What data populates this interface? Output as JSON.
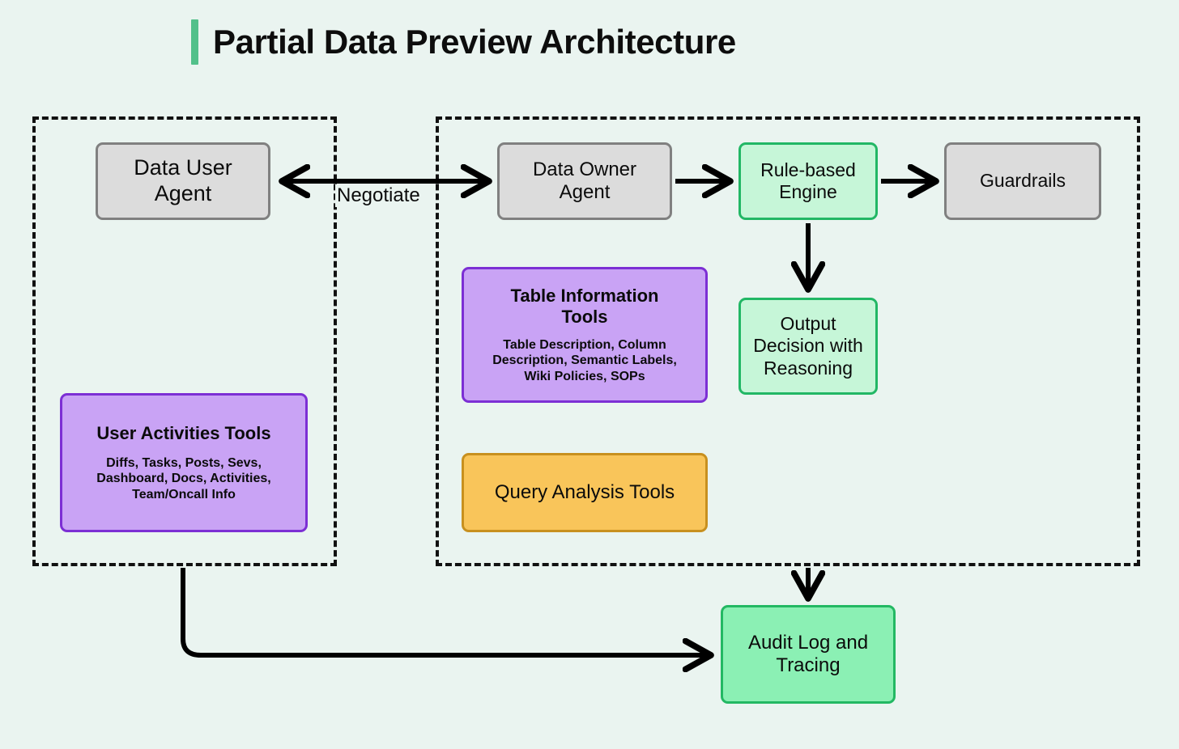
{
  "page": {
    "title": "Partial Data Preview Architecture",
    "background_color": "#eaf4f0",
    "accent_color": "#52c08a"
  },
  "groups": [
    {
      "name": "data-user-agent-group",
      "style": "dashed"
    },
    {
      "name": "data-owner-agent-group",
      "style": "dashed"
    }
  ],
  "nodes": {
    "data_user_agent": {
      "label": "Data User\nAgent",
      "fill": "#dcdcdc",
      "border": "#808080"
    },
    "data_owner_agent": {
      "label": "Data Owner\nAgent",
      "fill": "#dcdcdc",
      "border": "#808080"
    },
    "rule_based_engine": {
      "label": "Rule-based\nEngine",
      "fill": "#c6f6d8",
      "border": "#22b765"
    },
    "guardrails": {
      "label": "Guardrails",
      "fill": "#dcdcdc",
      "border": "#808080"
    },
    "table_information_tools": {
      "label": "Table Information\nTools",
      "detail": "Table Description, Column\nDescription, Semantic Labels,\nWiki Policies, SOPs",
      "fill": "#c9a3f5",
      "border": "#7c2fd4"
    },
    "user_activities_tools": {
      "label": "User Activities Tools",
      "detail": "Diffs, Tasks, Posts, Sevs,\nDashboard, Docs, Activities,\nTeam/Oncall Info",
      "fill": "#c9a3f5",
      "border": "#7c2fd4"
    },
    "query_analysis_tools": {
      "label": "Query Analysis Tools",
      "fill": "#f9c55a",
      "border": "#c8901f"
    },
    "output_decision": {
      "label": "Output\nDecision with\nReasoning",
      "fill": "#c6f6d8",
      "border": "#22b765"
    },
    "audit_log": {
      "label": "Audit Log and\nTracing",
      "fill": "#8bf0b4",
      "border": "#23b863"
    }
  },
  "edges": {
    "negotiate_label": "Negotiate",
    "list": [
      {
        "from": "data_user_agent",
        "to": "data_owner_agent",
        "label": "Negotiate",
        "direction": "bidirectional"
      },
      {
        "from": "data_owner_agent",
        "to": "rule_based_engine",
        "label": "",
        "direction": "forward"
      },
      {
        "from": "rule_based_engine",
        "to": "guardrails",
        "label": "",
        "direction": "forward"
      },
      {
        "from": "rule_based_engine",
        "to": "output_decision",
        "label": "",
        "direction": "forward"
      },
      {
        "from": "data_owner_agent_group",
        "to": "audit_log",
        "label": "",
        "direction": "forward"
      },
      {
        "from": "data_user_agent_group",
        "to": "audit_log",
        "label": "",
        "direction": "forward"
      }
    ]
  }
}
